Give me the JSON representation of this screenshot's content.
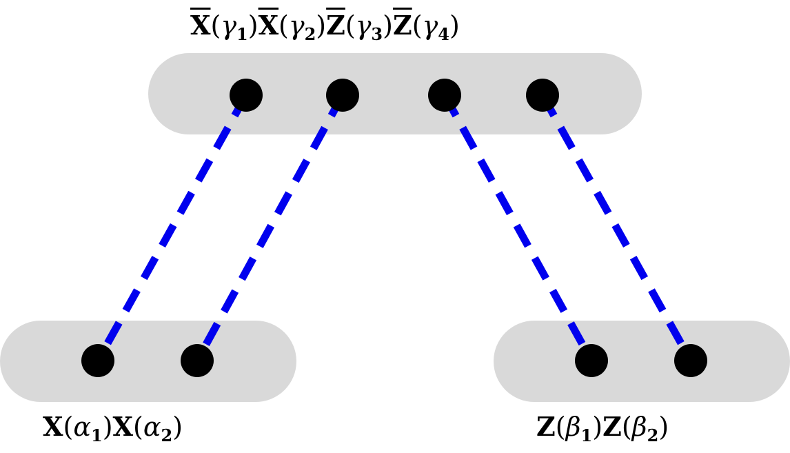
{
  "colors": {
    "group_fill": "#d9d9d9",
    "node_fill": "#000000",
    "edge_stroke": "#0000ee"
  },
  "labels": {
    "top": {
      "terms": [
        {
          "op": "X",
          "bar": true,
          "arg": "γ",
          "sub": "1"
        },
        {
          "op": "X",
          "bar": true,
          "arg": "γ",
          "sub": "2"
        },
        {
          "op": "Z",
          "bar": true,
          "arg": "γ",
          "sub": "3"
        },
        {
          "op": "Z",
          "bar": true,
          "arg": "γ",
          "sub": "4"
        }
      ]
    },
    "left": {
      "terms": [
        {
          "op": "X",
          "bar": false,
          "arg": "α",
          "sub": "1"
        },
        {
          "op": "X",
          "bar": false,
          "arg": "α",
          "sub": "2"
        }
      ]
    },
    "right": {
      "terms": [
        {
          "op": "Z",
          "bar": false,
          "arg": "β",
          "sub": "1"
        },
        {
          "op": "Z",
          "bar": false,
          "arg": "β",
          "sub": "2"
        }
      ]
    }
  },
  "groups": [
    {
      "id": "top-group",
      "nodes": [
        "γ1",
        "γ2",
        "γ3",
        "γ4"
      ]
    },
    {
      "id": "left-group",
      "nodes": [
        "α1",
        "α2"
      ]
    },
    {
      "id": "right-group",
      "nodes": [
        "β1",
        "β2"
      ]
    }
  ],
  "edges": [
    {
      "from": "γ1",
      "to": "α1",
      "style": "dashed"
    },
    {
      "from": "γ2",
      "to": "α2",
      "style": "dashed"
    },
    {
      "from": "γ3",
      "to": "β1",
      "style": "dashed"
    },
    {
      "from": "γ4",
      "to": "β2",
      "style": "dashed"
    }
  ]
}
